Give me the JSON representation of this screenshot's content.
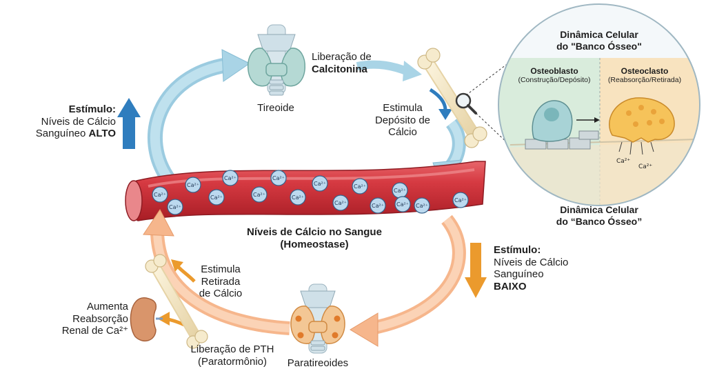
{
  "stimulus_high": {
    "title": "Estímulo:",
    "line1": "Níveis de Cálcio",
    "line2_prefix": "Sanguíneo ",
    "line2_bold": "ALTO"
  },
  "thyroid": {
    "label": "Tireoide"
  },
  "calcitonin": {
    "line1": "Liberação de",
    "line2": "Calcitonina"
  },
  "deposit": {
    "line1": "Estimula",
    "line2": "Depósito de",
    "line3": "Cálcio"
  },
  "inset": {
    "title_line1": "Dinâmica Celular",
    "title_line2": "do \"Banco Ósseo\"",
    "osteoblast_name": "Osteoblasto",
    "osteoblast_role": "(Construção/Depósito)",
    "osteoclast_name": "Osteoclasto",
    "osteoclast_role": "(Reabsorção/Retirada)",
    "ion_a": "Ca²⁺",
    "ion_b": "Ca²⁺"
  },
  "inset_caption": {
    "line1": "Dinâmica Celular",
    "line2": "do “Banco Ósseo”"
  },
  "vessel": {
    "ions": [
      "Ca²⁺",
      "Ca²⁺",
      "Ca²⁺",
      "Ca²⁺",
      "Ca²⁺",
      "Ca²⁺",
      "Ca²⁺",
      "Ca²⁺",
      "Ca²⁺",
      "Ca²⁺",
      "Ca²⁺",
      "Ca²⁺",
      "Ca²⁺",
      "Ca²⁺",
      "Ca²⁺",
      "Ca²⁺"
    ],
    "label_line1": "Níveis de Cálcio no Sangue",
    "label_line2": "(Homeostase)"
  },
  "stimulus_low": {
    "title": "Estímulo:",
    "line1": "Níveis de Cálcio",
    "line2": "Sanguíneo",
    "line3": "BAIXO"
  },
  "withdrawal": {
    "line1": "Estimula",
    "line2": "Retirada",
    "line3": "de Cálcio"
  },
  "kidney": {
    "line1": "Aumenta",
    "line2": "Reabsorção",
    "line3": "Renal de Ca²⁺"
  },
  "pth": {
    "line1": "Liberação de PTH",
    "line2": "(Paratormônio)"
  },
  "parathyroid": {
    "label": "Paratireoides"
  },
  "colors": {
    "high_arrow": "#2f7dbe",
    "low_arrow": "#eb9a2d",
    "cycle_blue": "#a9d4e6",
    "cycle_orange": "#f6b68c",
    "vessel_red": "#c8262e",
    "ion_fill": "#bcd9ef"
  }
}
